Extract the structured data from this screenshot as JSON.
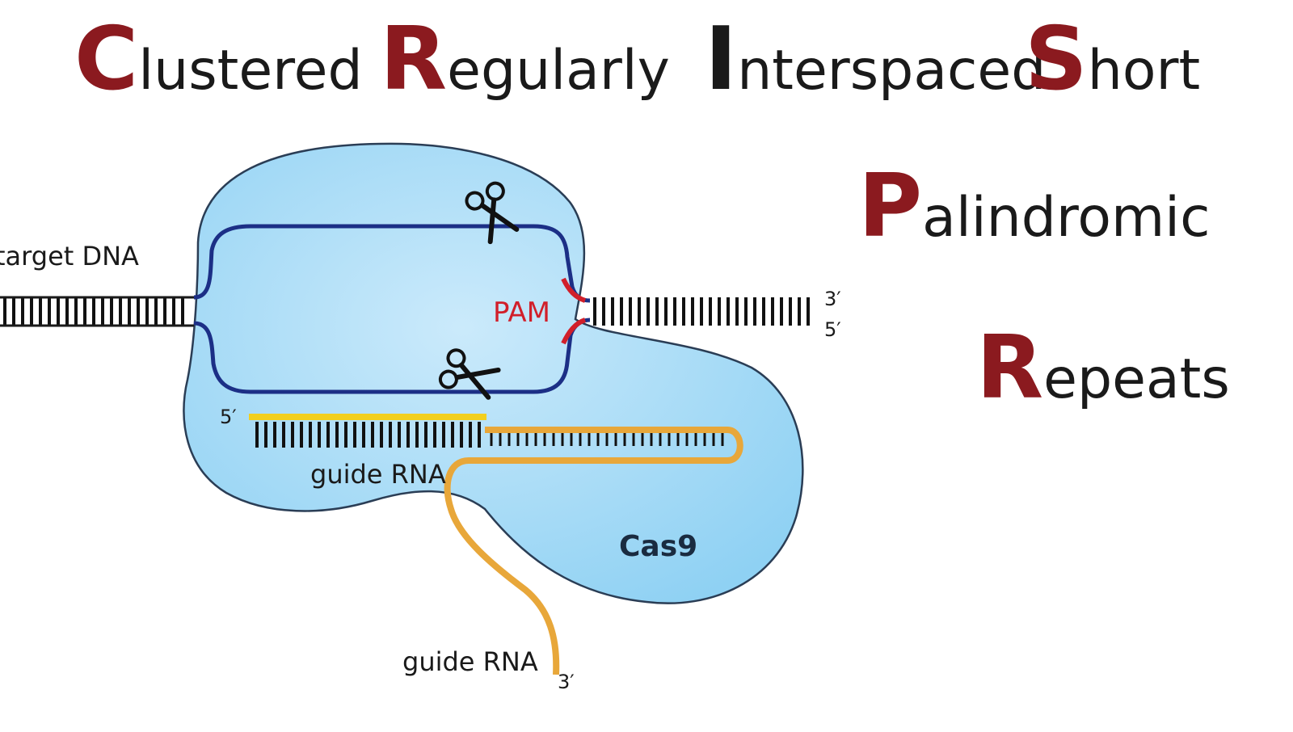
{
  "title": {
    "words": [
      {
        "initial": "C",
        "rest": "lustered"
      },
      {
        "initial": "R",
        "rest": "egularly"
      },
      {
        "initial": "I",
        "rest": "nterspaced"
      },
      {
        "initial": "S",
        "rest": "hort"
      },
      {
        "initial": "P",
        "rest": "alindromic"
      },
      {
        "initial": "R",
        "rest": "epeats"
      }
    ],
    "initial_colors": [
      "#8b1a1f",
      "#8b1a1f",
      "#1a1a1a",
      "#8b1a1f",
      "#8b1a1f",
      "#8b1a1f"
    ]
  },
  "diagram": {
    "target_dna_label": "target DNA",
    "pam_label": "PAM",
    "cas9_label": "Cas9",
    "guide_rna_inner_label": "guide RNA",
    "guide_rna_tail_label": "guide RNA",
    "guide_5prime": "5′",
    "guide_3prime": "3′",
    "dna_3prime": "3′",
    "dna_5prime": "5′",
    "icons": [
      "scissors-icon",
      "scissors-icon"
    ],
    "colors": {
      "protein_fill": "#a8dcf6",
      "protein_stroke": "#2a3d55",
      "dna_strand": "#1c2f86",
      "pam": "#d11f2a",
      "guide_rna_spacer": "#f2cf1e",
      "guide_rna_scaffold": "#e8a73a"
    }
  }
}
